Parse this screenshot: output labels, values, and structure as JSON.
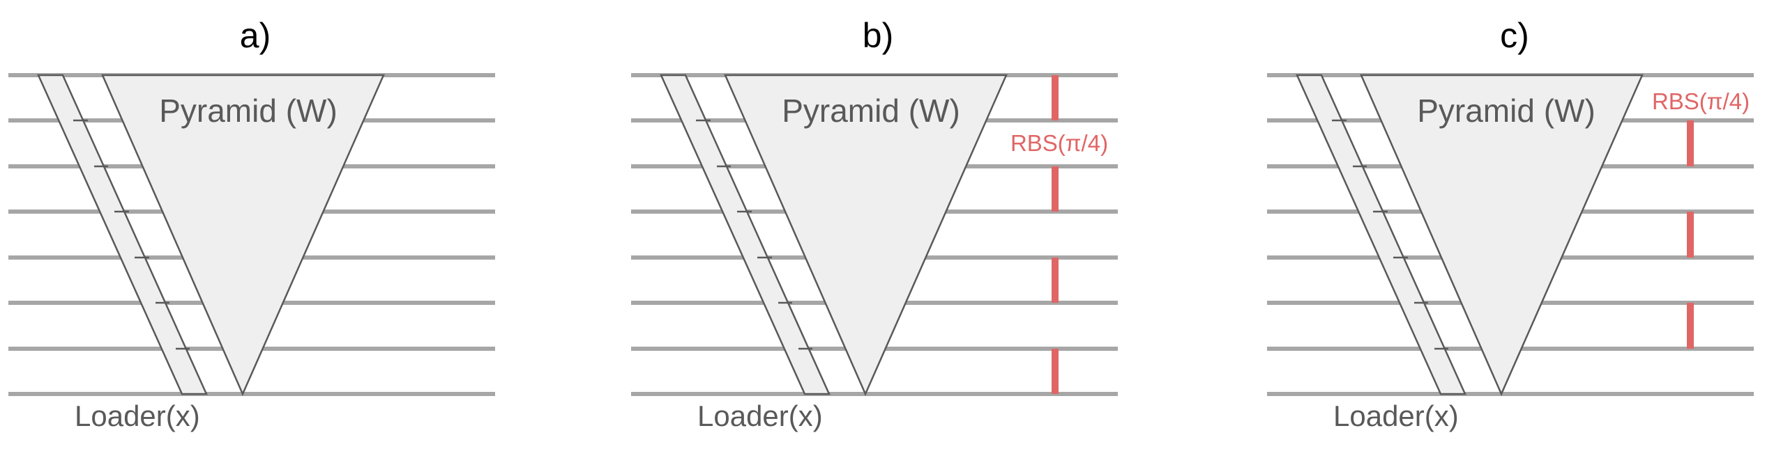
{
  "colors": {
    "wire": "#a6a6a6",
    "outline": "#595959",
    "fill": "#efefef",
    "rbs": "#e06666",
    "title": "#000000"
  },
  "panels": [
    {
      "title": "a)",
      "pyramid_label": "Pyramid (W)",
      "loader_label": "Loader(x)",
      "rbs_label": "",
      "rbs_gates": []
    },
    {
      "title": "b)",
      "pyramid_label": "Pyramid (W)",
      "loader_label": "Loader(x)",
      "rbs_label": "RBS(π/4)",
      "rbs_gates": [
        [
          0,
          1
        ],
        [
          2,
          3
        ],
        [
          4,
          5
        ],
        [
          6,
          7
        ]
      ]
    },
    {
      "title": "c)",
      "pyramid_label": "Pyramid (W)",
      "loader_label": "Loader(x)",
      "rbs_label": "RBS(π/4)",
      "rbs_gates": [
        [
          1,
          2
        ],
        [
          3,
          4
        ],
        [
          5,
          6
        ]
      ]
    }
  ]
}
